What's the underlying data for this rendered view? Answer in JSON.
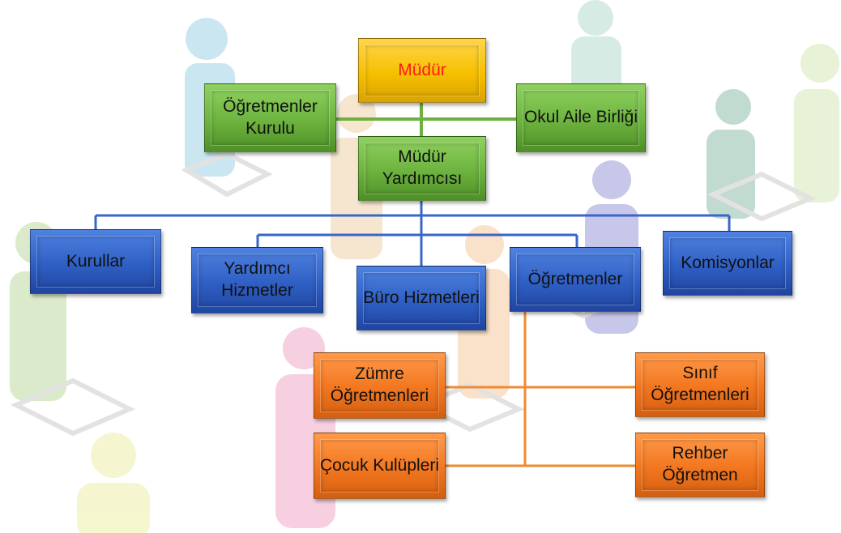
{
  "nodes": {
    "mudur": "Müdür",
    "ogretmenler_kurulu": "Öğretmenler Kurulu",
    "okul_aile_birligi": "Okul Aile Birliği",
    "mudur_yardimcisi": "Müdür Yardımcısı",
    "kurullar": "Kurullar",
    "yardimci_hizmetler": "Yardımcı Hizmetler",
    "buro_hizmetleri": "Büro Hizmetleri",
    "ogretmenler": "Öğretmenler",
    "komisyonlar": "Komisyonlar",
    "zumre_ogretmenleri": "Zümre Öğretmenleri",
    "sinif_ogretmenleri": "Sınıf Öğretmenleri",
    "cocuk_kulupleri": "Çocuk Kulüpleri",
    "rehber_ogretmen": "Rehber Öğretmen"
  },
  "colors": {
    "head": "#f6c000",
    "head_text": "#ff1a1a",
    "upper_level": "#6db33f",
    "middle_level": "#2f5fc4",
    "lower_level": "#f2761f",
    "line_green": "#70b040",
    "line_blue": "#3a66c8",
    "line_orange": "#f08a30"
  }
}
